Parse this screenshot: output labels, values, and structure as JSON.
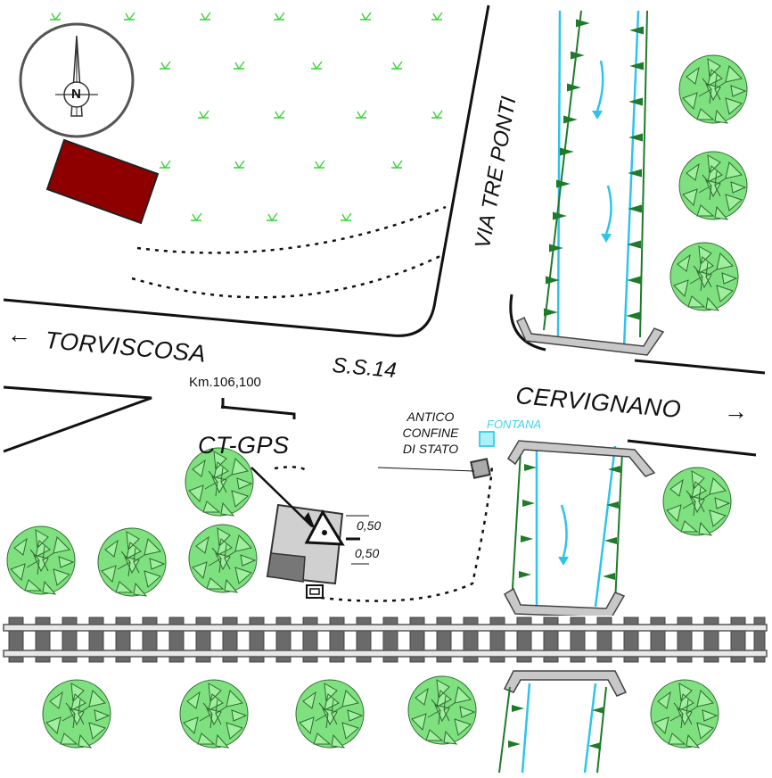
{
  "labels": {
    "torviscosa": "TORVISCOSA",
    "ss14": "S.S.14",
    "km": "Km.106,100",
    "cervignano": "CERVIGNANO",
    "via_tre_ponti": "VIA TRE PONTI",
    "ct_gps": "CT-GPS",
    "dim_top": "0,50",
    "dim_bottom": "0,50",
    "antico": "ANTICO",
    "confine": "CONFINE",
    "di_stato": "DI STATO",
    "fontana": "FONTANA",
    "compass_n": "N"
  },
  "arrows": {
    "left": "←",
    "right": "→"
  },
  "colors": {
    "road": "#111111",
    "building": "#8e0000",
    "water": "#2ec4ea",
    "bank": "#1f7a2a",
    "tree": "#7ee07e",
    "grass": "#37d437",
    "fontana": "#41d2ea",
    "rail": "#666666"
  },
  "icons": [
    "compass-icon",
    "tree-icon",
    "grass-tuft-icon",
    "station-marker-icon",
    "water-flow-arrow-icon"
  ]
}
